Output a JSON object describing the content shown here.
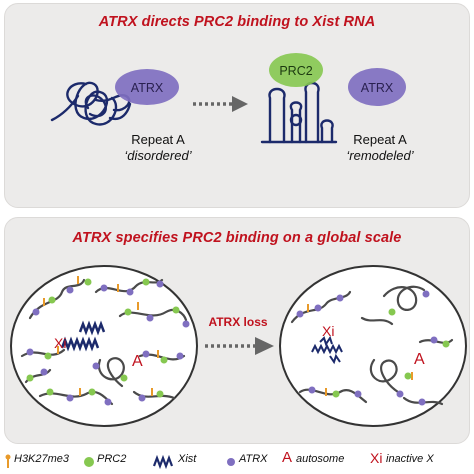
{
  "top_panel": {
    "title": "ATRX directs PRC2 binding to Xist RNA",
    "atrx_left": "ATRX",
    "atrx_right": "ATRX",
    "prc2": "PRC2",
    "left_caption_line1": "Repeat A",
    "left_caption_line2": "‘disordered’",
    "right_caption_line1": "Repeat A",
    "right_caption_line2": "‘remodeled’"
  },
  "bottom_panel": {
    "title": "ATRX specifies PRC2 binding on a global scale",
    "arrow_label": "ATRX loss",
    "left_xi": "Xi",
    "left_a": "A",
    "right_xi": "Xi",
    "right_a": "A"
  },
  "legend": {
    "h3k27me3": "H3K27me3",
    "prc2": "PRC2",
    "xist": "Xist",
    "atrx": "ATRX",
    "a_symbol": "A",
    "autosome": "autosome",
    "xi_symbol": "Xi",
    "inactive_x": "inactive X"
  },
  "colors": {
    "title_red": "#c0121e",
    "atrx_purple": "#7f6fc0",
    "prc2_green": "#86c850",
    "xist_navy": "#1c2a6b",
    "h3k27me3_orange": "#e89a2a",
    "chromatin_gray": "#4a4a4a"
  }
}
